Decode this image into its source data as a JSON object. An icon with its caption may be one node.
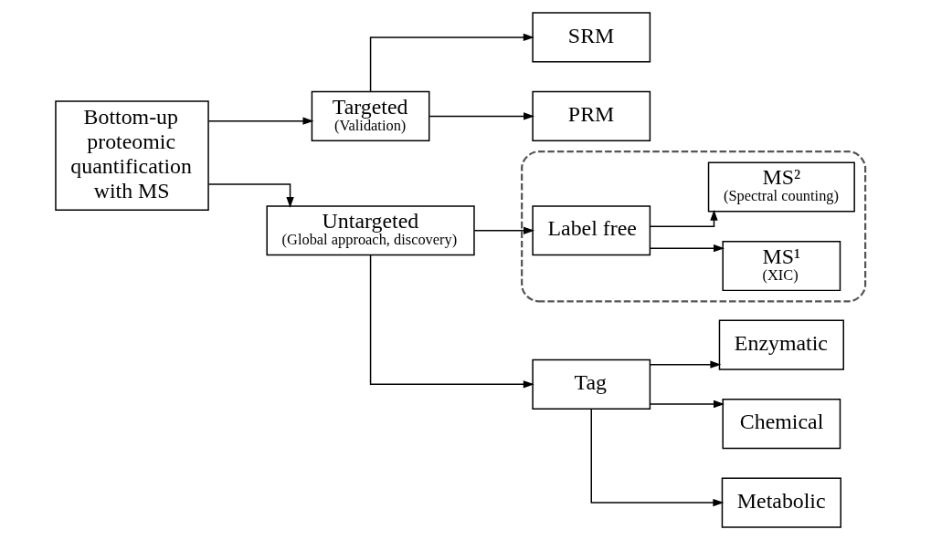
{
  "diagram": {
    "nodes": [
      {
        "text": [
          "Bottom-up proteomic quantification with MS"
        ]
      },
      {
        "text": [
          "Targeted",
          "(Validation)"
        ]
      },
      {
        "text": [
          "SRM"
        ]
      },
      {
        "text": [
          "PRM"
        ]
      },
      {
        "text": [
          "Untargeted",
          "(Global approach, discovery)"
        ]
      },
      {
        "text": [
          "Tag"
        ]
      },
      {
        "text": [
          "Enzymatic"
        ]
      },
      {
        "text": [
          "Chemical"
        ]
      },
      {
        "text": [
          "Metabolic"
        ]
      },
      {
        "text": [],
        "shape": "box"
      },
      {
        "text": [
          "Label free"
        ],
        "in": 9
      },
      {
        "text": [
          "MS¹",
          "(XIC)"
        ],
        "in": 9
      },
      {
        "text": [
          "MS²",
          "(Spectral counting)"
        ],
        "in": 9
      }
    ],
    "edges": [
      {
        "from": 0,
        "to": 1,
        "arrow": "to"
      },
      {
        "from": 0,
        "to": 4,
        "arrow": "to"
      },
      {
        "from": 1,
        "to": 2,
        "arrow": "to"
      },
      {
        "from": 1,
        "to": 3,
        "arrow": "to"
      },
      {
        "from": 4,
        "to": 5,
        "arrow": "to"
      },
      {
        "from": 4,
        "to": 10,
        "arrow": "to"
      },
      {
        "from": 5,
        "to": 6,
        "arrow": "to"
      },
      {
        "from": 5,
        "to": 7,
        "arrow": "to"
      },
      {
        "from": 5,
        "to": 8,
        "arrow": "to"
      },
      {
        "from": 10,
        "to": 11,
        "arrow": "to"
      },
      {
        "from": 10,
        "to": 12,
        "arrow": "to"
      }
    ]
  }
}
